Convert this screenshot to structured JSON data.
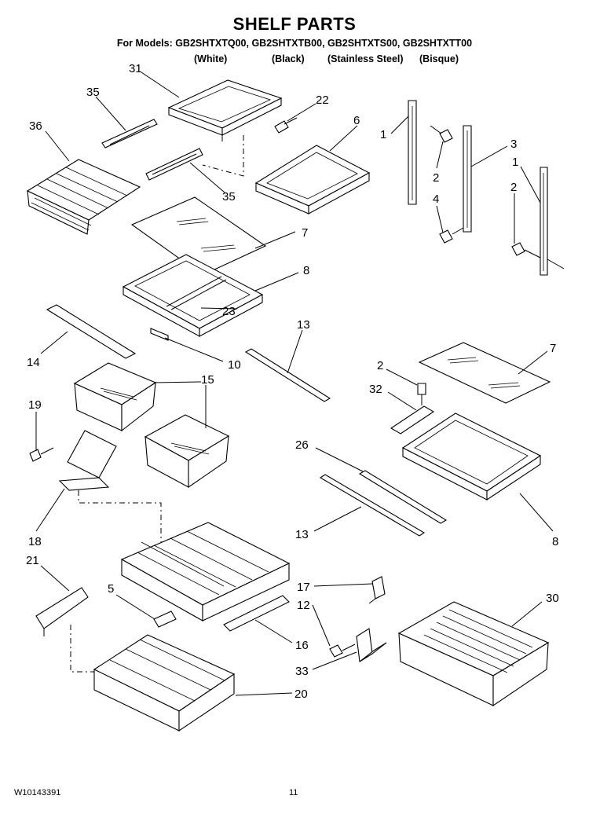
{
  "header": {
    "title": "SHELF PARTS",
    "models_line": "For Models: GB2SHTXTQ00, GB2SHTXTB00, GB2SHTXTS00, GB2SHTXTT00",
    "colors": [
      "(White)",
      "(Black)",
      "(Stainless Steel)",
      "(Bisque)"
    ]
  },
  "callouts": {
    "c31": "31",
    "c35a": "35",
    "c22": "22",
    "c36": "36",
    "c6": "6",
    "c35b": "35",
    "c1a": "1",
    "c3": "3",
    "c2a": "2",
    "c4": "4",
    "c1b": "1",
    "c2b": "2",
    "c7a": "7",
    "c8a": "8",
    "c23": "23",
    "c13a": "13",
    "c14": "14",
    "c10": "10",
    "c7b": "7",
    "c2c": "2",
    "c15": "15",
    "c32": "32",
    "c19": "19",
    "c26": "26",
    "c13b": "13",
    "c8b": "8",
    "c18": "18",
    "c21": "21",
    "c17": "17",
    "c5": "5",
    "c30": "30",
    "c12": "12",
    "c16": "16",
    "c33": "33",
    "c20": "20"
  },
  "footer": {
    "doc_number": "W10143391",
    "page_number": "11"
  }
}
